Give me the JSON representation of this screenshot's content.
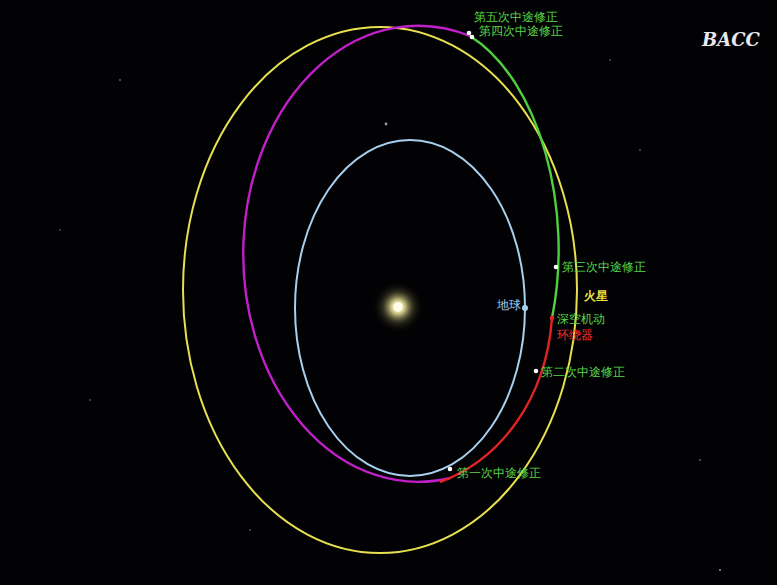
{
  "diagram": {
    "labels": [
      "第五次中途修正",
      "第四次中途修正",
      "第三次中途修正",
      "地球",
      "火星",
      "深空机动",
      "环绕器",
      "第二次中途修正",
      "第一次中途修正",
      "BACC"
    ]
  }
}
